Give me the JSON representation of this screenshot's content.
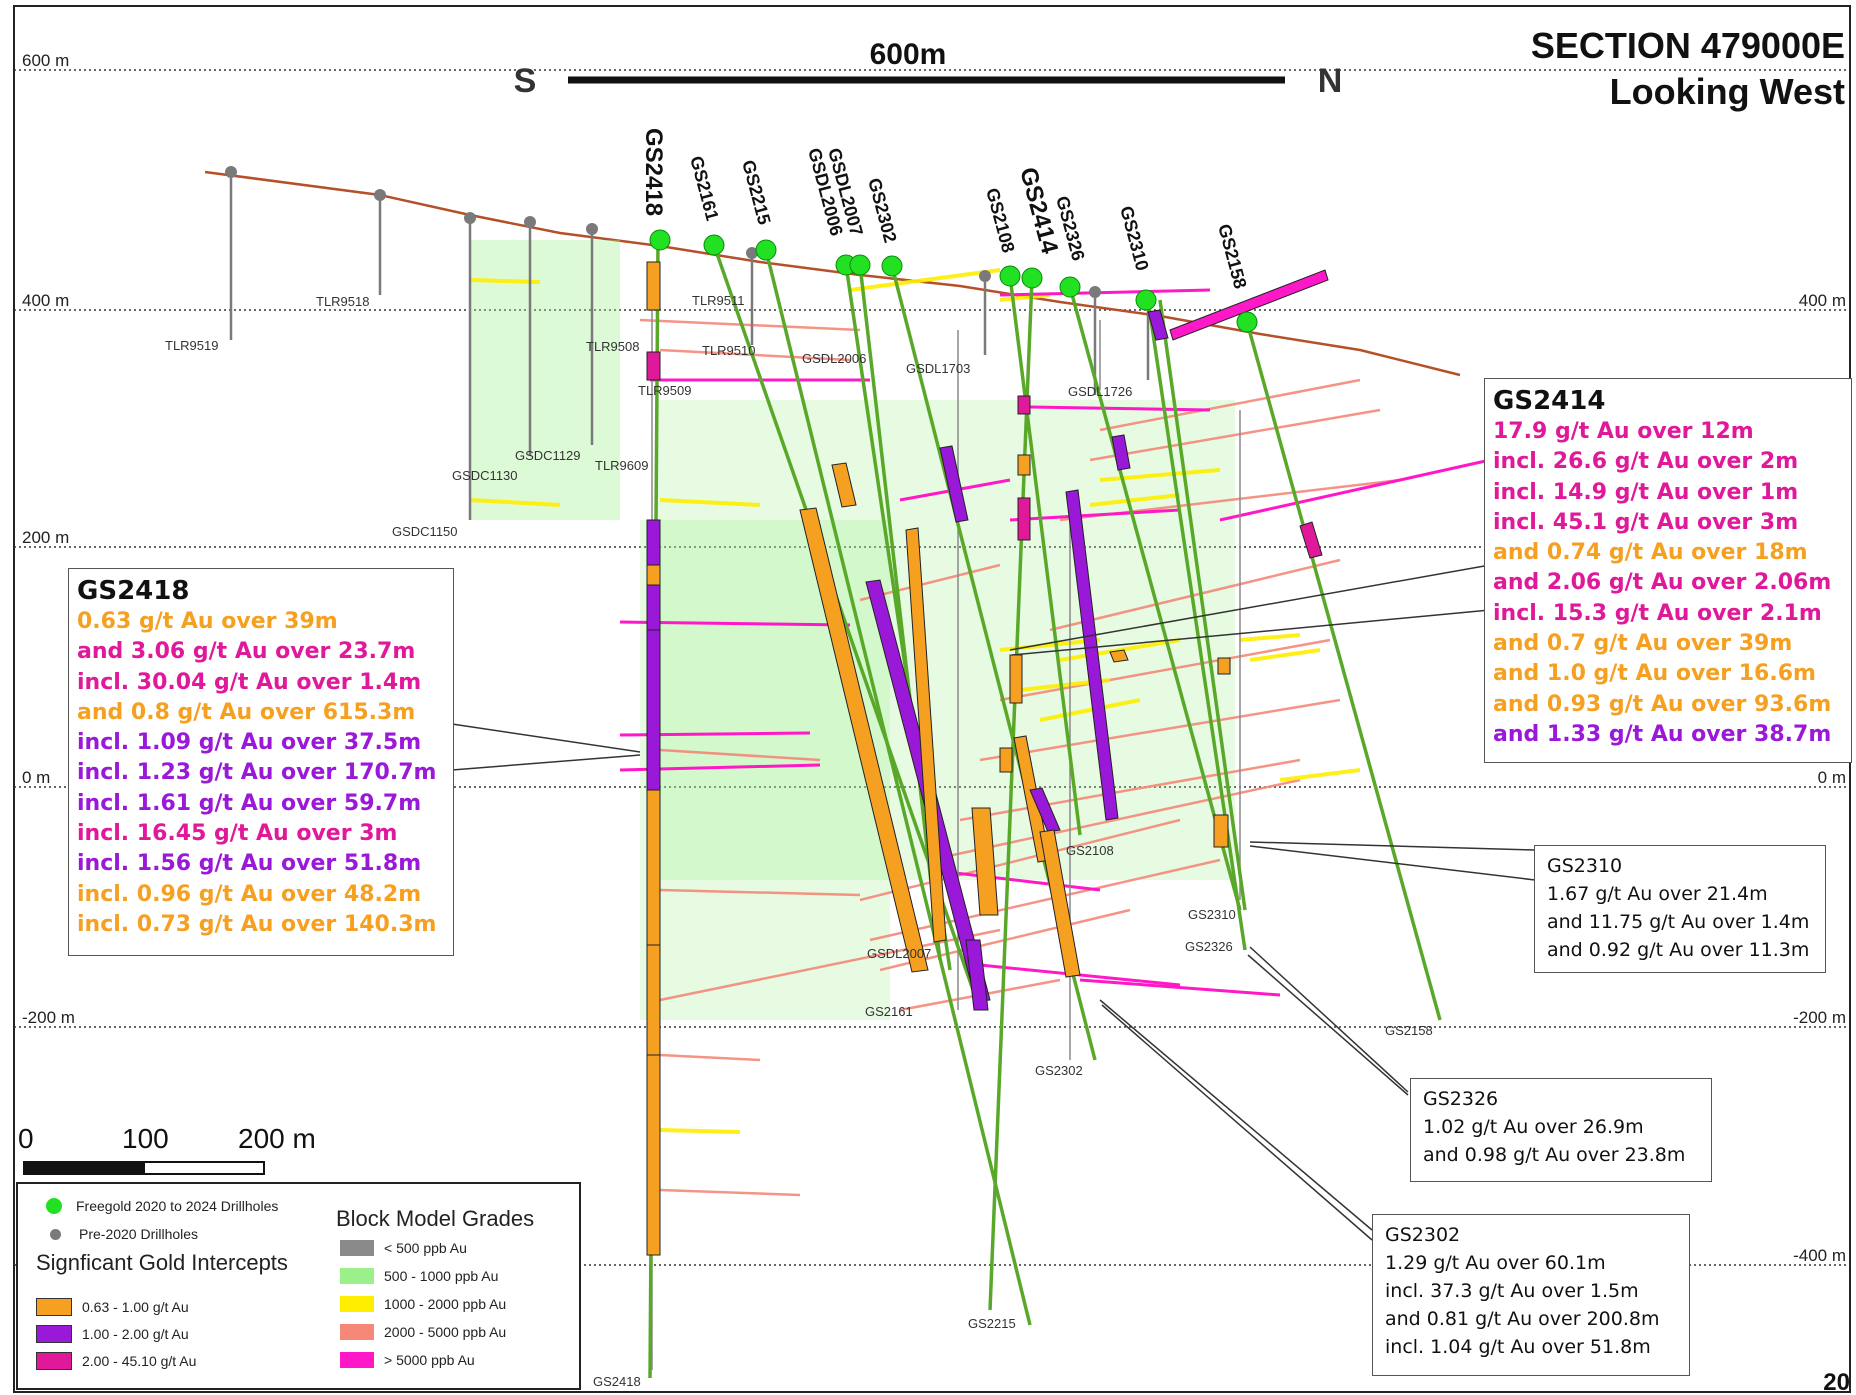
{
  "title": {
    "line1": "SECTION 479000E",
    "line2": "Looking West"
  },
  "scale_top": {
    "label": "600m",
    "left": "S",
    "right": "N"
  },
  "elevation_labels_left": [
    "600 m",
    "400 m",
    "200 m",
    "0 m",
    "-200 m"
  ],
  "elevation_labels_right": [
    "400 m",
    "0 m",
    "-200 m",
    "-400 m"
  ],
  "scale_bottom": {
    "labels": [
      "0",
      "100",
      "200 m"
    ]
  },
  "page_number": "20",
  "drillhole_labels_new": [
    "GS2418",
    "GS2161",
    "GS2215",
    "GSDL2007",
    "GSDL2006",
    "GS2302",
    "GS2108",
    "GS2414",
    "GS2326",
    "GS2310",
    "GS2158"
  ],
  "drillhole_labels_old": [
    "TLR9519",
    "TLR9518",
    "TLR9511",
    "TLR9508",
    "TLR9510",
    "TLR9509",
    "GSDC1129",
    "GSDC1130",
    "GSDC1150",
    "TLR9609",
    "GSDL2006",
    "GSDL1703",
    "GSDL1726"
  ],
  "hole_end_labels": [
    "GS2418",
    "GS2215",
    "GS2161",
    "GSDL2007",
    "GS2302",
    "GS2108",
    "GS2310",
    "GS2326",
    "GS2158"
  ],
  "callouts": {
    "gs2418": {
      "title": "GS2418",
      "lines": [
        {
          "text": "0.63 g/t Au over 39m",
          "color": "orange"
        },
        {
          "text": "and 3.06 g/t Au over 23.7m",
          "color": "magenta"
        },
        {
          "text": "incl. 30.04 g/t Au over 1.4m",
          "color": "magenta"
        },
        {
          "text": "and 0.8 g/t Au over 615.3m",
          "color": "orange"
        },
        {
          "text": "incl. 1.09 g/t Au over 37.5m",
          "color": "purple"
        },
        {
          "text": "incl. 1.23 g/t Au over 170.7m",
          "color": "purple"
        },
        {
          "text": "incl. 1.61 g/t Au over 59.7m",
          "color": "purple"
        },
        {
          "text": "incl. 16.45 g/t Au over 3m",
          "color": "magenta"
        },
        {
          "text": "incl. 1.56 g/t Au over 51.8m",
          "color": "purple"
        },
        {
          "text": "incl. 0.96 g/t Au over 48.2m",
          "color": "orange"
        },
        {
          "text": "incl. 0.73 g/t Au over 140.3m",
          "color": "orange"
        }
      ]
    },
    "gs2414": {
      "title": "GS2414",
      "lines": [
        {
          "text": "17.9 g/t Au over 12m",
          "color": "magenta"
        },
        {
          "text": "incl. 26.6 g/t Au over 2m",
          "color": "magenta"
        },
        {
          "text": "incl. 14.9 g/t Au over 1m",
          "color": "magenta"
        },
        {
          "text": "incl. 45.1 g/t Au over 3m",
          "color": "magenta"
        },
        {
          "text": "and 0.74 g/t Au over 18m",
          "color": "orange"
        },
        {
          "text": "and 2.06 g/t Au over 2.06m",
          "color": "magenta"
        },
        {
          "text": "incl. 15.3 g/t Au over 2.1m",
          "color": "magenta"
        },
        {
          "text": "and 0.7 g/t Au over 39m",
          "color": "orange"
        },
        {
          "text": "and 1.0 g/t Au over 16.6m",
          "color": "orange"
        },
        {
          "text": "and 0.93 g/t Au over 93.6m",
          "color": "orange"
        },
        {
          "text": "and 1.33 g/t Au over 38.7m",
          "color": "purple"
        }
      ]
    },
    "gs2310": {
      "title": "GS2310",
      "lines": [
        "1.67 g/t Au over 21.4m",
        "and 11.75 g/t Au over 1.4m",
        "and 0.92 g/t Au over 11.3m"
      ]
    },
    "gs2326": {
      "title": "GS2326",
      "lines": [
        "1.02 g/t Au over 26.9m",
        "and 0.98 g/t Au over 23.8m"
      ]
    },
    "gs2302": {
      "title": "GS2302",
      "lines": [
        "1.29 g/t Au over 60.1m",
        "incl. 37.3 g/t Au over 1.5m",
        "and 0.81 g/t Au over 200.8m",
        "incl. 1.04 g/t Au over 51.8m"
      ]
    }
  },
  "legend": {
    "new_holes": "Freegold 2020 to 2024 Drillholes",
    "old_holes": "Pre-2020 Drillholes",
    "intercepts_title": "Signficant Gold Intercepts",
    "intercepts": [
      {
        "label": "0.63 - 1.00 g/t Au",
        "color": "#f5a020"
      },
      {
        "label": "1.00 - 2.00 g/t Au",
        "color": "#9a18d8"
      },
      {
        "label": "2.00 - 45.10 g/t Au",
        "color": "#e0189a"
      }
    ],
    "grades_title": "Block Model Grades",
    "grades": [
      {
        "label": "< 500 ppb Au",
        "color": "#8a8a8a"
      },
      {
        "label": "500 - 1000 ppb Au",
        "color": "#9cf08a"
      },
      {
        "label": "1000 - 2000 ppb Au",
        "color": "#ffee00"
      },
      {
        "label": "2000 - 5000 ppb Au",
        "color": "#f58878"
      },
      {
        "label": "> 5000 ppb Au",
        "color": "#ff18c8"
      }
    ]
  },
  "colors": {
    "topography": "#b4502a",
    "drillhole": "#5aa82a",
    "new_hole_dot": "#22e022",
    "old_hole": "#7a7a7a"
  }
}
